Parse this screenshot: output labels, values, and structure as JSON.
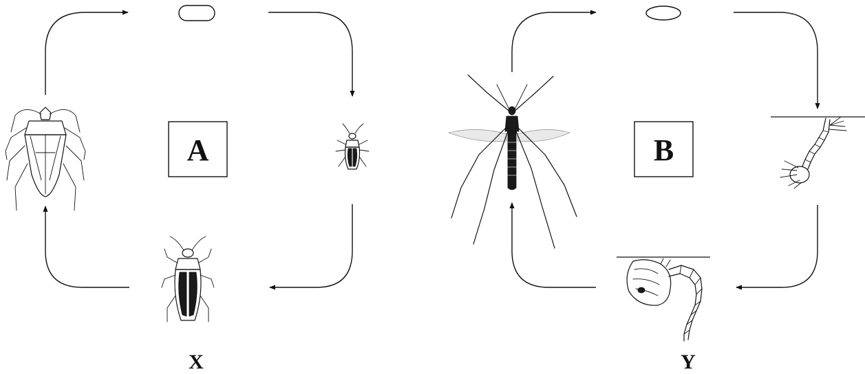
{
  "cycle_a": {
    "label": "A",
    "caption": "X",
    "stages": [
      {
        "name": "egg",
        "icon": "egg-icon"
      },
      {
        "name": "small-nymph",
        "icon": "small-nymph-icon"
      },
      {
        "name": "large-nymph",
        "icon": "large-nymph-icon"
      },
      {
        "name": "adult-bug",
        "icon": "adult-bug-icon"
      }
    ]
  },
  "cycle_b": {
    "label": "B",
    "caption": "Y",
    "stages": [
      {
        "name": "egg",
        "icon": "egg-icon"
      },
      {
        "name": "larva",
        "icon": "larva-icon"
      },
      {
        "name": "pupa",
        "icon": "pupa-icon"
      },
      {
        "name": "adult-mosquito",
        "icon": "mosquito-icon"
      }
    ]
  },
  "colors": {
    "ink": "#111111",
    "background": "#ffffff"
  }
}
